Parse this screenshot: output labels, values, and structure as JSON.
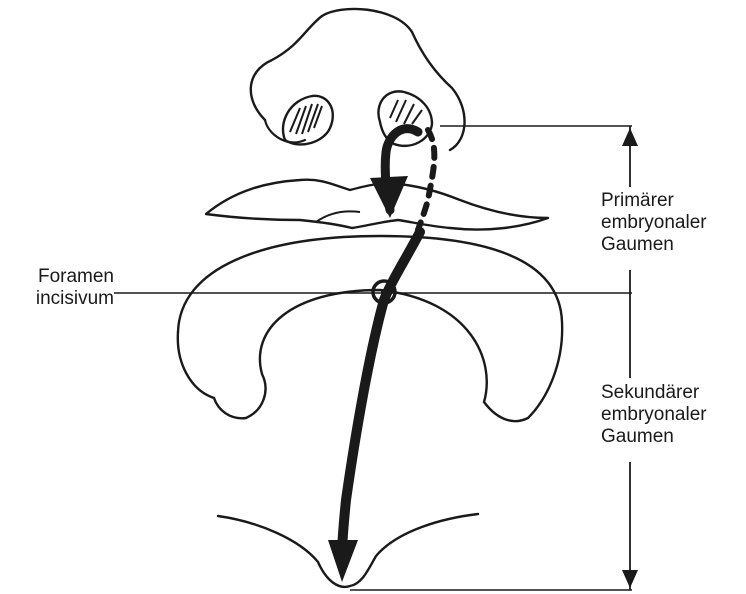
{
  "labels": {
    "foramen": [
      "Foramen",
      "incisivum"
    ],
    "primary_palate": [
      "Primärer",
      "embryonaler",
      "Gaumen"
    ],
    "secondary_palate": [
      "Sekundärer",
      "embryonaler",
      "Gaumen"
    ]
  },
  "colors": {
    "ink": "#1a1a1a",
    "background": "#ffffff"
  }
}
